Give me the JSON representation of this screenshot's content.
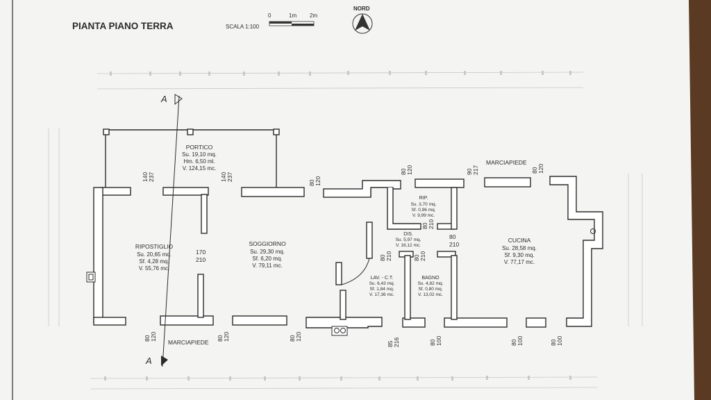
{
  "title": "PIANTA PIANO TERRA",
  "scale": {
    "label": "SCALA 1:100",
    "ticks": [
      "0",
      "1m",
      "2m"
    ]
  },
  "north": {
    "label": "NORD"
  },
  "section_marks": {
    "top": "A",
    "bottom": "A"
  },
  "rooms": {
    "portico": {
      "name": "PORTICO",
      "su": "Su. 19,10 mq.",
      "hm": "Hm. 6,50 ml.",
      "v": "V. 124,15 mc."
    },
    "ripostiglio": {
      "name": "RIPOSTIGLIO",
      "su": "Su. 20,65 mq.",
      "sf": "Sf. 4,28 mq.",
      "v": "V. 55,76 mc."
    },
    "soggiorno": {
      "name": "SOGGIORNO",
      "su": "Su. 29,30 mq.",
      "sf": "Sf. 6,20 mq.",
      "v": "V. 79,11 mc."
    },
    "rip": {
      "name": "RIP.",
      "su": "Su. 3,70 mq.",
      "sf": "Sf. 0,96 mq.",
      "v": "V. 9,99 mc."
    },
    "dis": {
      "name": "DIS.",
      "su": "Su. 5,97 mq.",
      "v": "V. 16,12 mc."
    },
    "lav": {
      "name": "LAV. - C.T.",
      "su": "Su. 6,43 mq.",
      "sf": "Sf. 1,84 mq.",
      "v": "V. 17,36 mc."
    },
    "bagno": {
      "name": "BAGNO",
      "su": "Su. 4,82 mq.",
      "sf": "Sf. 0,80 mq.",
      "v": "V. 13,02 mc."
    },
    "cucina": {
      "name": "CUCINA",
      "su": "Su. 28,58 mq.",
      "sf": "Sf. 9,30 mq.",
      "v": "V. 77,17 mc."
    }
  },
  "marciapiede": {
    "top": "MARCIAPIEDE",
    "bottom": "MARCIAPIEDE"
  },
  "openings": {
    "o1": [
      "140",
      "237"
    ],
    "o2": [
      "140",
      "237"
    ],
    "o3": [
      "80",
      "120"
    ],
    "o4": [
      "80",
      "120"
    ],
    "o5": [
      "90",
      "217"
    ],
    "o6": [
      "80",
      "120"
    ],
    "o7": [
      "170",
      "210"
    ],
    "o8": [
      "80",
      "210"
    ],
    "o9": [
      "80",
      "210"
    ],
    "o10": [
      "80",
      "210"
    ],
    "o11": [
      "80",
      "120"
    ],
    "o12": [
      "80",
      "120"
    ],
    "o13": [
      "80",
      "120"
    ],
    "o14": [
      "85",
      "216"
    ],
    "o15": [
      "80",
      "100"
    ],
    "o16": [
      "80",
      "100"
    ],
    "o17": [
      "80",
      "100"
    ]
  },
  "colors": {
    "paper": "#f4f4f2",
    "ink": "#2b2b2b",
    "wall": "#ffffff",
    "desk": "#5a3a22"
  }
}
